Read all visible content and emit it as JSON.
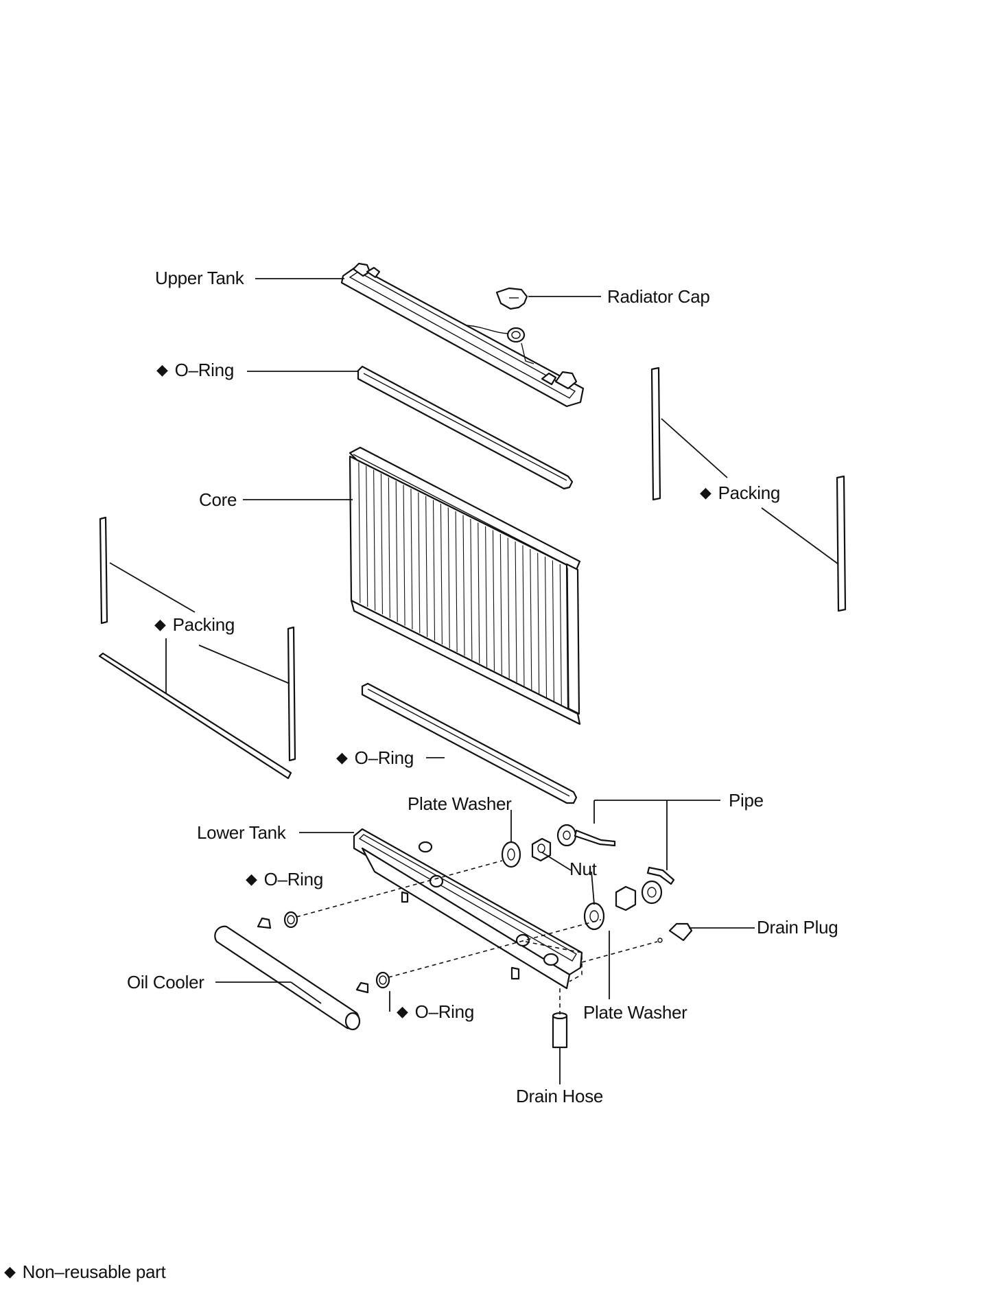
{
  "labels": {
    "upper_tank": "Upper Tank",
    "radiator_cap": "Radiator Cap",
    "o_ring_upper": "O–Ring",
    "core": "Core",
    "packing_right": "Packing",
    "packing_left": "Packing",
    "o_ring_lower": "O–Ring",
    "plate_washer_top": "Plate Washer",
    "pipe": "Pipe",
    "lower_tank": "Lower Tank",
    "nut": "Nut",
    "o_ring_cooler_top": "O–Ring",
    "drain_plug": "Drain Plug",
    "oil_cooler": "Oil Cooler",
    "o_ring_cooler_bottom": "O–Ring",
    "plate_washer_bottom": "Plate Washer",
    "drain_hose": "Drain Hose"
  },
  "marker": "◆",
  "legend": "Non–reusable part"
}
